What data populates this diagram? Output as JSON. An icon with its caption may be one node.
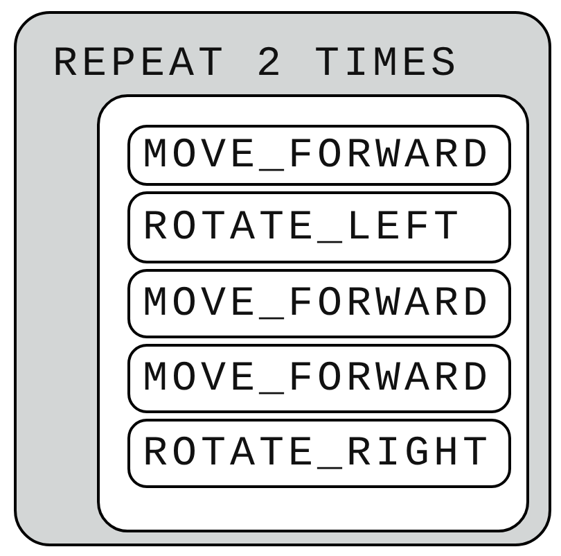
{
  "diagram": {
    "nodes": [
      {
        "text": [
          "REPEAT 2 TIMES"
        ]
      },
      {
        "text": [],
        "shape": "box",
        "in": 0
      },
      {
        "text": [
          "MOVE_FORWARD"
        ],
        "in": 1
      },
      {
        "text": [
          "ROTATE_LEFT"
        ],
        "in": 1
      },
      {
        "text": [
          "MOVE_FORWARD"
        ],
        "in": 1
      },
      {
        "text": [
          "MOVE_FORWARD"
        ],
        "in": 1
      },
      {
        "text": [
          "ROTATE_RIGHT"
        ],
        "in": 1
      }
    ]
  }
}
